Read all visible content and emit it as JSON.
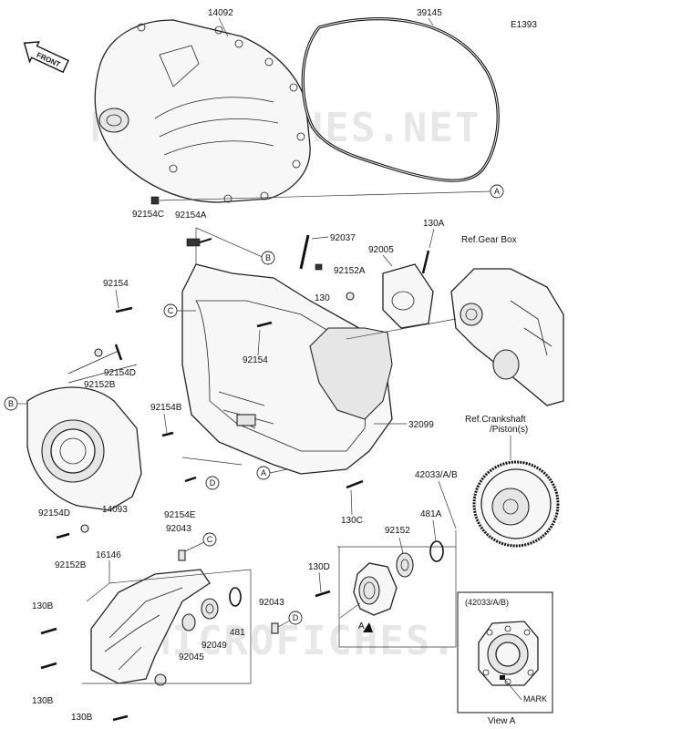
{
  "diagram_code": "E1393",
  "front_label": "FRONT",
  "watermark": "MICROFICHES.NET",
  "refs": {
    "gear_box": "Ref.Gear Box",
    "crankshaft_line1": "Ref.Crankshaft",
    "crankshaft_line2": "/Piston(s)"
  },
  "view_box": {
    "title": "(42033/A/B)",
    "caption": "View A",
    "mark_label": "MARK"
  },
  "callouts": [
    "A",
    "B",
    "C",
    "D"
  ],
  "parts": {
    "p14092": "14092",
    "p39145": "39145",
    "p92154C": "92154C",
    "p92154A": "92154A",
    "p92037": "92037",
    "p130A": "130A",
    "p92005": "92005",
    "p92152A": "92152A",
    "p130_a": "130",
    "p92154_a": "92154",
    "p92154_b": "92154",
    "p92154D_a": "92154D",
    "p92152B_a": "92152B",
    "p92154B": "92154B",
    "p32099": "32099",
    "p42033AB": "42033/A/B",
    "p481A": "481A",
    "p92152": "92152",
    "p130C": "130C",
    "p130D": "130D",
    "p92154E": "92154E",
    "p92043_a": "92043",
    "p92043_b": "92043",
    "p92154D_b": "92154D",
    "p14093": "14093",
    "p92152B_b": "92152B",
    "p16146": "16146",
    "p130B_a": "130B",
    "p130B_b": "130B",
    "p130B_c": "130B",
    "p481": "481",
    "p92049": "92049",
    "p92045": "92045",
    "pA_arrow": "A"
  }
}
